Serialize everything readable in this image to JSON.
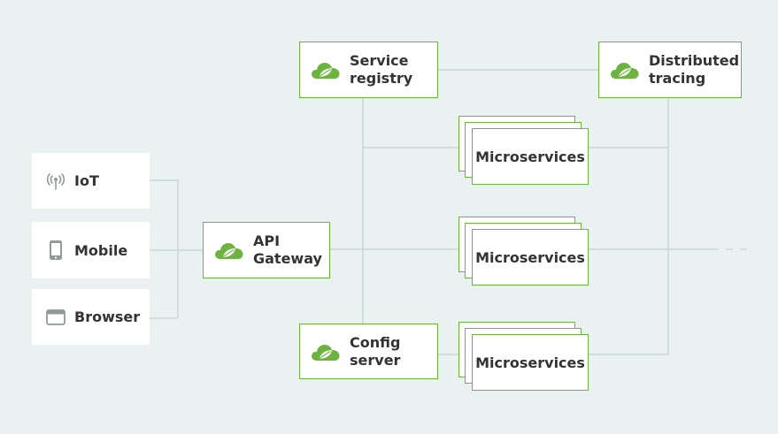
{
  "clients": [
    {
      "label": "IoT",
      "icon": "iot-antenna-icon"
    },
    {
      "label": "Mobile",
      "icon": "mobile-phone-icon"
    },
    {
      "label": "Browser",
      "icon": "browser-window-icon"
    }
  ],
  "api_gateway": {
    "line1": "API",
    "line2": "Gateway",
    "icon": "spring-leaf-icon"
  },
  "service_registry": {
    "line1": "Service",
    "line2": "registry",
    "icon": "spring-leaf-icon"
  },
  "distributed_tracing": {
    "line1": "Distributed",
    "line2": "tracing",
    "icon": "spring-leaf-icon"
  },
  "config_server": {
    "line1": "Config",
    "line2": "server",
    "icon": "spring-leaf-icon"
  },
  "microservices": [
    {
      "label": "Microservices"
    },
    {
      "label": "Microservices"
    },
    {
      "label": "Microservices"
    }
  ],
  "colors": {
    "background": "#e9f2f0",
    "accent": "#6db33f",
    "wire": "#c9d6d3",
    "text": "#333333",
    "icon_gray": "#8f9a99"
  }
}
